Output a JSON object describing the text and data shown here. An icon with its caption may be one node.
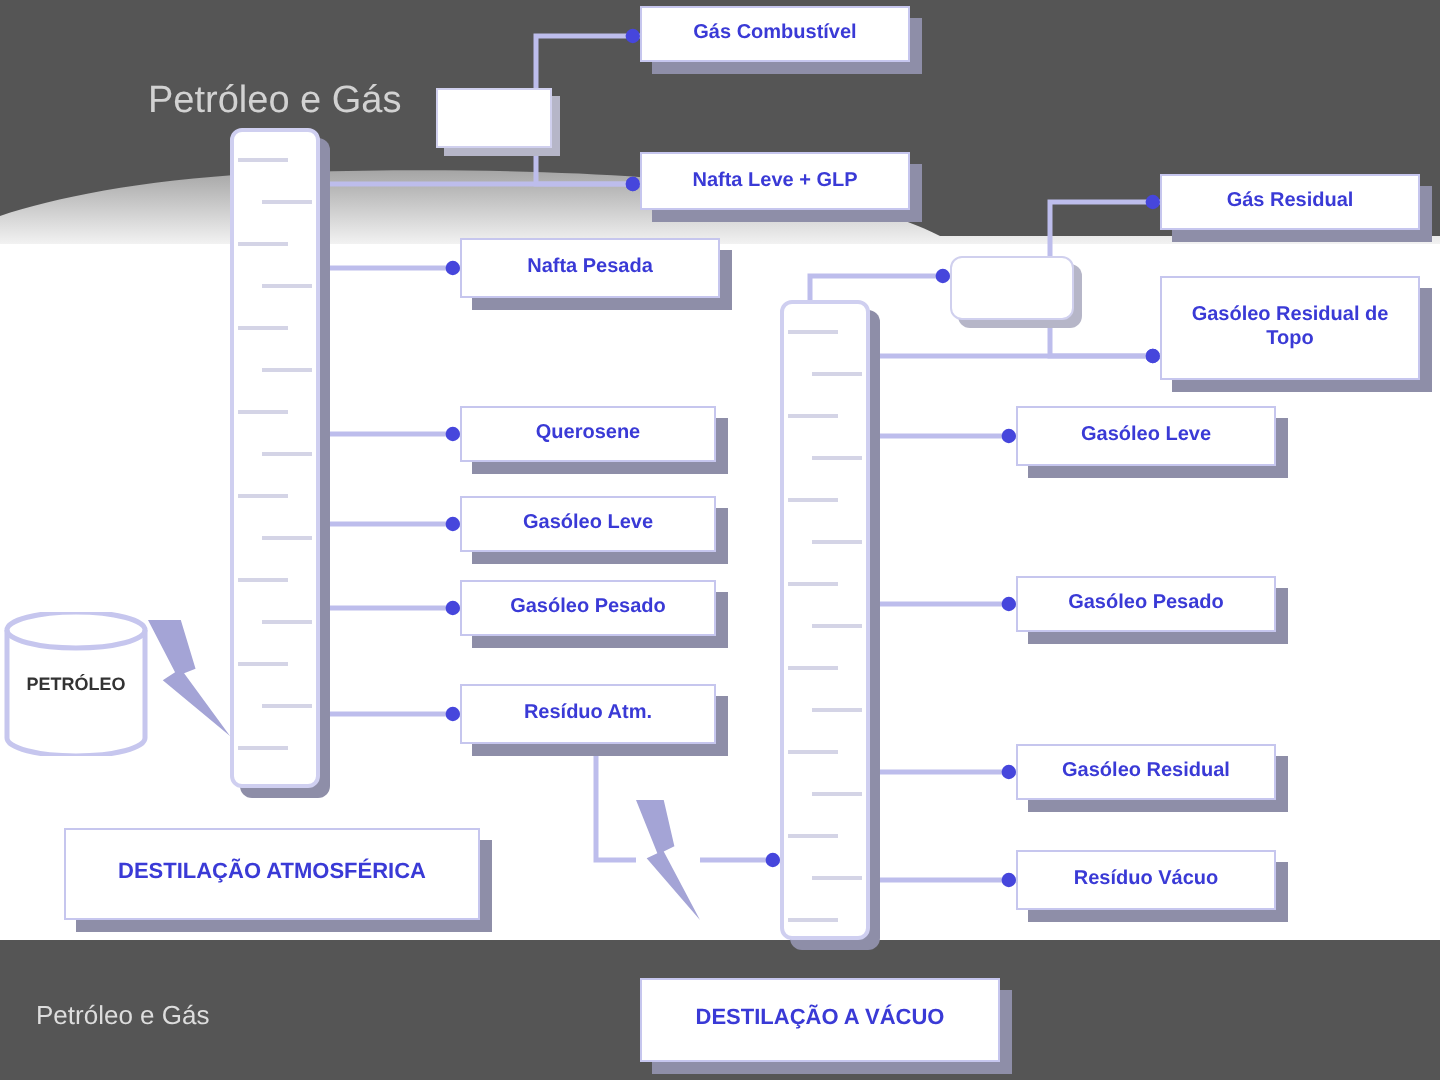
{
  "diagram": {
    "title": "Petróleo e Gás",
    "nodes": [
      {
        "text": [
          "Gás Combustível"
        ]
      },
      {
        "text": [],
        "shape": "box"
      },
      {
        "text": [
          "Nafta Leve + GLP"
        ]
      },
      {
        "text": [],
        "shape": "box"
      },
      {
        "text": [
          "Nafta Pesada"
        ]
      },
      {
        "text": [
          "Querosene"
        ]
      },
      {
        "text": [
          "Gasóleo Leve"
        ]
      },
      {
        "text": [
          "Gasóleo Pesado"
        ]
      },
      {
        "text": [
          "PETRÓLEO"
        ]
      },
      {
        "text": [
          "Resíduo Atm."
        ]
      },
      {
        "text": [],
        "shape": "lightning"
      },
      {
        "text": [
          "DESTILAÇÃO ATMOSFÉRICA"
        ]
      },
      {
        "text": [
          "Gás Residual"
        ]
      },
      {
        "text": [],
        "shape": "box"
      },
      {
        "text": [
          "Gasóleo Residual de Topo"
        ]
      },
      {
        "text": [],
        "shape": "box"
      },
      {
        "text": [
          "Gasóleo Leve"
        ]
      },
      {
        "text": [
          "Gasóleo Pesado"
        ]
      },
      {
        "text": [
          "Gasóleo Residual"
        ]
      },
      {
        "text": [
          "Resíduo Vácuo"
        ]
      },
      {
        "text": [
          "DESTILAÇÃO A VÁCUO"
        ]
      }
    ],
    "edges": [
      {
        "from": 1,
        "to": 0,
        "arrow": "other"
      },
      {
        "from": 3,
        "to": 2,
        "arrow": "other"
      },
      {
        "from": 1,
        "to": 2,
        "arrow": "other"
      },
      {
        "from": 3,
        "to": 4,
        "arrow": "other"
      },
      {
        "from": 3,
        "to": 5,
        "arrow": "other"
      },
      {
        "from": 3,
        "to": 6,
        "arrow": "other"
      },
      {
        "from": 3,
        "to": 7,
        "arrow": "other"
      },
      {
        "from": 3,
        "to": 9,
        "arrow": "other"
      },
      {
        "from": 8,
        "to": 3,
        "arrow": "none"
      },
      {
        "from": 9,
        "to": 10,
        "arrow": "none"
      },
      {
        "from": 10,
        "to": 15,
        "arrow": "other"
      },
      {
        "from": 15,
        "to": 13,
        "arrow": "other"
      },
      {
        "from": 13,
        "to": 12,
        "arrow": "other"
      },
      {
        "from": 13,
        "to": 14,
        "arrow": "other"
      },
      {
        "from": 15,
        "to": 14,
        "arrow": "other"
      },
      {
        "from": 15,
        "to": 16,
        "arrow": "other"
      },
      {
        "from": 15,
        "to": 17,
        "arrow": "other"
      },
      {
        "from": 15,
        "to": 18,
        "arrow": "other"
      },
      {
        "from": 15,
        "to": 19,
        "arrow": "other"
      }
    ],
    "labels": [
      "Petróleo e Gás"
    ]
  }
}
